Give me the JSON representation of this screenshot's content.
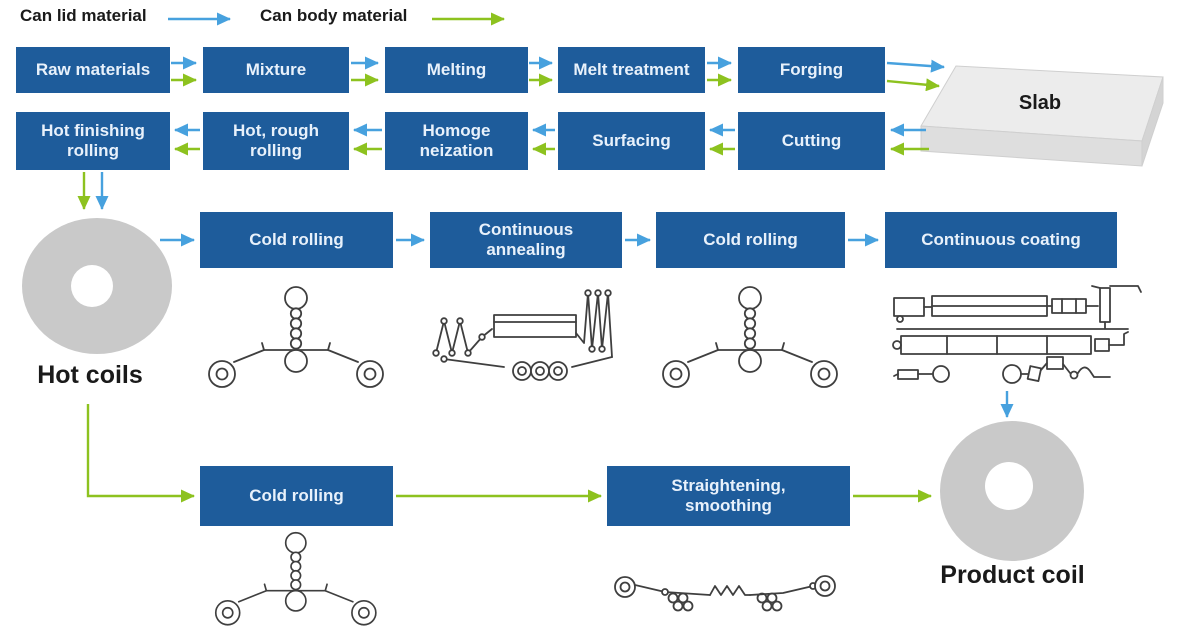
{
  "legend": {
    "lid_label": "Can lid material",
    "body_label": "Can body material"
  },
  "colors": {
    "box_blue": "#1e5c9b",
    "box_text": "#e8f1fb",
    "arrow_blue": "#47a1de",
    "arrow_green": "#8dc21f",
    "coil_gray": "#c9c9c9",
    "slab_top": "#ececec",
    "slab_front": "#dedede",
    "slab_side": "#d4d4d4",
    "label_text": "#1a1a1a",
    "schematic_stroke": "#3f3f3f"
  },
  "row1": {
    "boxes": [
      {
        "line1": "Raw materials"
      },
      {
        "line1": "Mixture"
      },
      {
        "line1": "Melting"
      },
      {
        "line1": "Melt treatment"
      },
      {
        "line1": "Forging"
      }
    ]
  },
  "slab": {
    "label": "Slab"
  },
  "row2": {
    "boxes": [
      {
        "line1": "Hot finishing",
        "line2": "rolling"
      },
      {
        "line1": "Hot, rough",
        "line2": "rolling"
      },
      {
        "line1": "Homoge",
        "line2": "neization"
      },
      {
        "line1": "Surfacing"
      },
      {
        "line1": "Cutting"
      }
    ]
  },
  "hot_coils": {
    "label": "Hot coils"
  },
  "row3": {
    "boxes": [
      {
        "line1": "Cold rolling"
      },
      {
        "line1": "Continuous",
        "line2": "annealing"
      },
      {
        "line1": "Cold rolling"
      },
      {
        "line1": "Continuous coating"
      }
    ]
  },
  "row4": {
    "boxes": [
      {
        "line1": "Cold rolling"
      },
      {
        "line1": "Straightening,",
        "line2": "smoothing"
      }
    ]
  },
  "product_coil": {
    "label": "Product coil"
  }
}
